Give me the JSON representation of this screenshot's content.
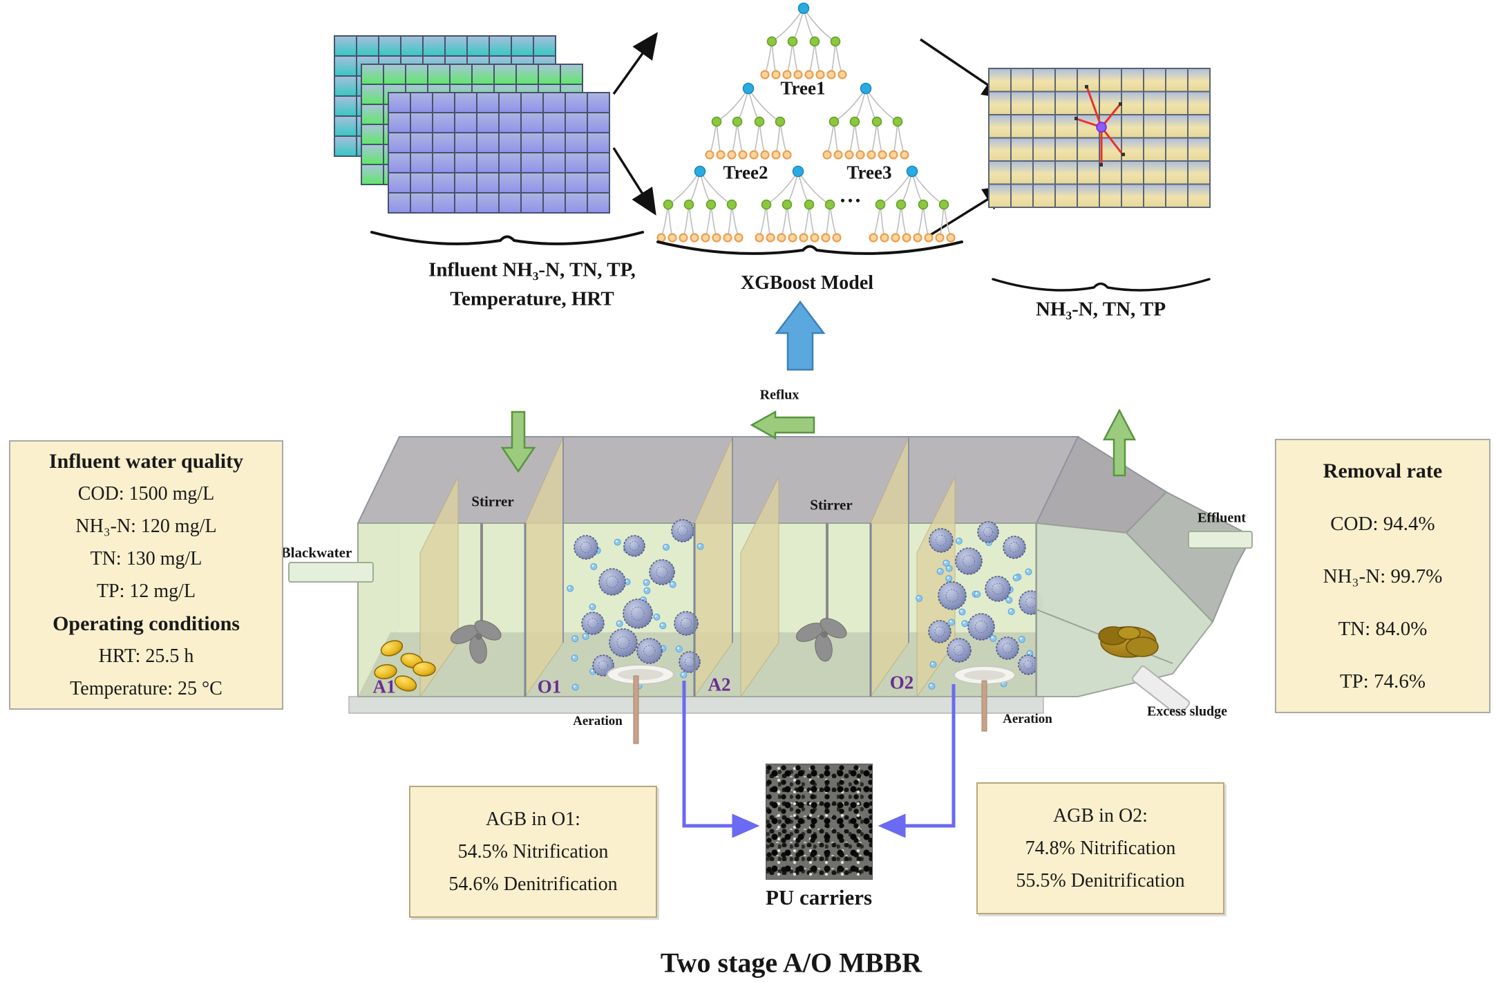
{
  "pipeline": {
    "input_label_line1": "Influent NH₃-N, TN, TP,",
    "input_label_line2": "Temperature, HRT",
    "model_label": "XGBoost Model",
    "output_label": "NH₃-N, TN, TP",
    "tree1_label": "Tree1",
    "tree2_label": "Tree2",
    "tree3_label": "Tree3",
    "ellipsis": "..."
  },
  "reactor": {
    "reflux_label": "Reflux",
    "blackwater_label": "Blackwater",
    "effluent_label": "Effluent",
    "excess_sludge_label": "Excess sludge",
    "stirrer_label_1": "Stirrer",
    "stirrer_label_2": "Stirrer",
    "aeration_label_1": "Aeration",
    "aeration_label_2": "Aeration",
    "compartment_a1": "A1",
    "compartment_o1": "O1",
    "compartment_a2": "A2",
    "compartment_o2": "O2"
  },
  "influent_box": {
    "title": "Influent water quality",
    "line1": "COD: 1500 mg/L",
    "line2": "NH₃-N: 120 mg/L",
    "line3": "TN: 130 mg/L",
    "line4": "TP: 12 mg/L",
    "subtitle": "Operating conditions",
    "line5": "HRT: 25.5 h",
    "line6": "Temperature: 25 °C"
  },
  "removal_box": {
    "title": "Removal rate",
    "line1": "COD: 94.4%",
    "line2": "NH₃-N: 99.7%",
    "line3": "TN: 84.0%",
    "line4": "TP: 74.6%"
  },
  "agb_o1_box": {
    "line1": "AGB in O1:",
    "line2": "54.5% Nitrification",
    "line3": "54.6% Denitrification"
  },
  "agb_o2_box": {
    "line1": "AGB in O2:",
    "line2": "74.8% Nitrification",
    "line3": "55.5% Denitrification"
  },
  "pu_label": "PU carriers",
  "title": "Two stage A/O MBBR",
  "colors": {
    "info_box_bg": "#faf0cd",
    "compartment_label": "#6a2d91",
    "green_arrow": "#9ccb7e",
    "blue_block_arrow": "#5ba8de",
    "blue_line_arrow": "#6a6af2",
    "tree_root_node": "#29abe2",
    "tree_mid_node": "#8dc63f",
    "tree_leaf_node": "#fbd6a0",
    "red_star": "#e83030"
  }
}
